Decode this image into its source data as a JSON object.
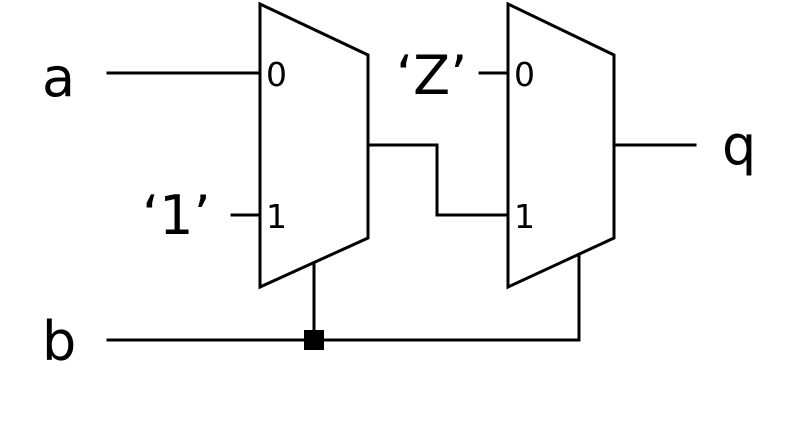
{
  "signals": {
    "a": "a",
    "b": "b",
    "q": "q",
    "const_one": "‘1’",
    "const_z": "‘Z’"
  },
  "mux1": {
    "in0": "0",
    "in1": "1"
  },
  "mux2": {
    "in0": "0",
    "in1": "1"
  },
  "colors": {
    "line": "#000000",
    "background": "#ffffff"
  }
}
